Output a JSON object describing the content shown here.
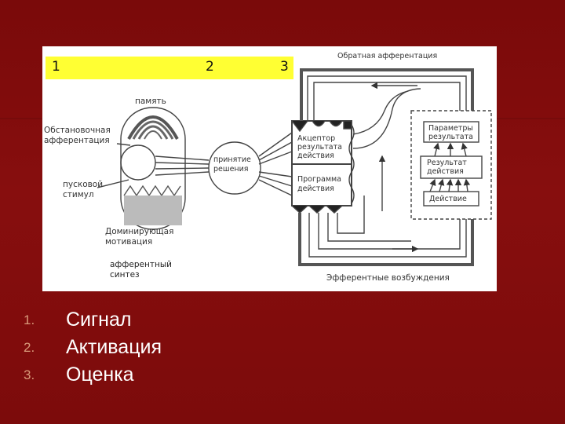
{
  "diagram": {
    "bar_numbers": [
      "1",
      "2",
      "3"
    ],
    "labels": {
      "feedback_top": "Обратная афферентация",
      "memory": "память",
      "situational_line1": "Обстановочная",
      "situational_line2": "афферентация",
      "trigger_line1": "пусковой",
      "trigger_line2": "стимул",
      "dominant_line1": "Доминирующая",
      "dominant_line2": "мотивация",
      "synthesis_line1": "афферентный",
      "synthesis_line2": "синтез",
      "decision_line1": "принятие",
      "decision_line2": "решения",
      "acceptor_line1": "Акцептор",
      "acceptor_line2": "результата",
      "acceptor_line3": "действия",
      "program_line1": "Программа",
      "program_line2": "действия",
      "params_line1": "Параметры",
      "params_line2": "результата",
      "result_line1": "Результат",
      "result_line2": "действия",
      "action": "Действие",
      "efferent": "Эфферентные возбуждения"
    }
  },
  "list": {
    "items": [
      {
        "number": "1.",
        "text": "Сигнал"
      },
      {
        "number": "2.",
        "text": "Активация"
      },
      {
        "number": "3.",
        "text": "Оценка"
      }
    ]
  }
}
